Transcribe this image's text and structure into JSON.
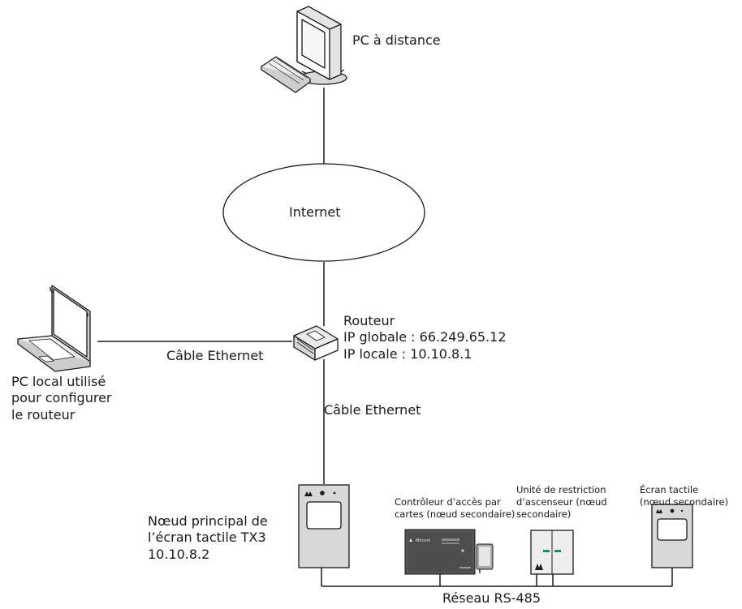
{
  "remote_pc": {
    "label": "PC à distance"
  },
  "internet": {
    "label": "Internet"
  },
  "router": {
    "name": "Routeur",
    "global_ip": "IP globale : 66.249.65.12",
    "local_ip": "IP locale : 10.10.8.1"
  },
  "local_pc": {
    "line1": "PC local utilisé",
    "line2": "pour configurer",
    "line3": "le routeur"
  },
  "cables": {
    "laptop_router": "Câble Ethernet",
    "router_tx3": "Câble Ethernet"
  },
  "tx3_main": {
    "line1": "Nœud principal de",
    "line2": "l’écran tactile TX3",
    "line3": "10.10.8.2"
  },
  "card_controller": {
    "line1": "Contrôleur d’accès par",
    "line2": "cartes (nœud secondaire)",
    "brand_text": "Mircom"
  },
  "elevator_unit": {
    "line1": "Unité de restriction",
    "line2": "d’ascenseur (nœud",
    "line3": "secondaire)"
  },
  "touchscreen_secondary": {
    "line1": "Écran tactile",
    "line2": "(nœud secondaire)"
  },
  "rs485": {
    "label": "Réseau RS-485"
  }
}
